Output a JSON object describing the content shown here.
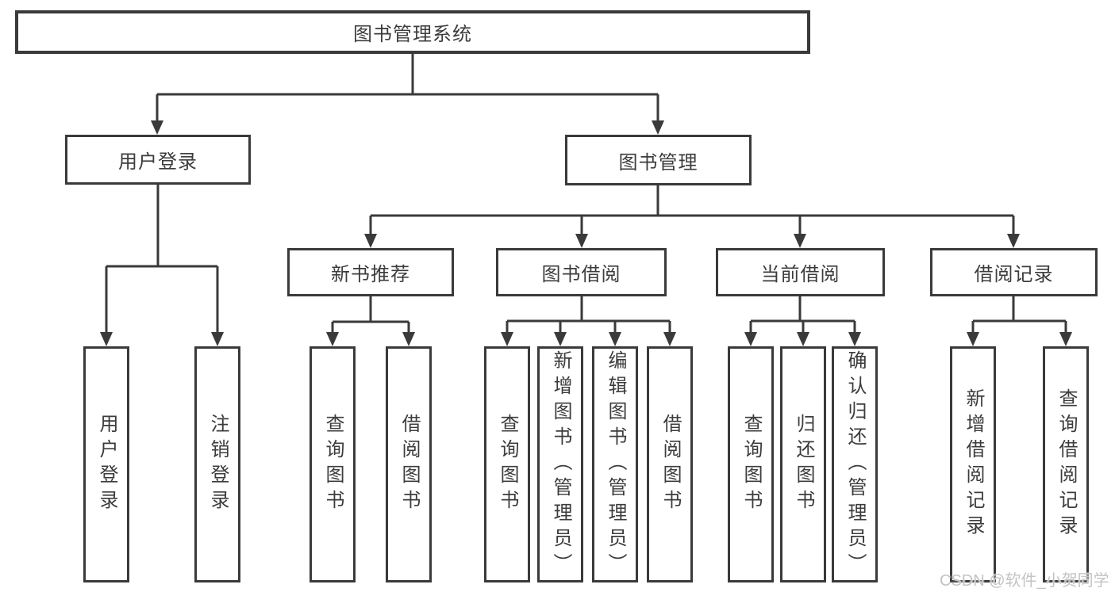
{
  "diagram": {
    "colors": {
      "line": "#3a3a3a",
      "text": "#3c3c3c",
      "background": "#ffffff",
      "watermark": "#c3c3c3"
    },
    "tree": {
      "root": {
        "label": "图书管理系统"
      },
      "branches": [
        {
          "label": "用户登录",
          "children": [
            {
              "label": "用户登录"
            },
            {
              "label": "注销登录"
            }
          ]
        },
        {
          "label": "图书管理",
          "children": [
            {
              "label": "新书推荐",
              "children": [
                {
                  "label": "查询图书"
                },
                {
                  "label": "借阅图书"
                }
              ]
            },
            {
              "label": "图书借阅",
              "children": [
                {
                  "label": "查询图书"
                },
                {
                  "label": "新增图书（管理员）"
                },
                {
                  "label": "编辑图书（管理员）"
                },
                {
                  "label": "借阅图书"
                }
              ]
            },
            {
              "label": "当前借阅",
              "children": [
                {
                  "label": "查询图书"
                },
                {
                  "label": "归还图书"
                },
                {
                  "label": "确认归还（管理员）"
                }
              ]
            },
            {
              "label": "借阅记录",
              "children": [
                {
                  "label": "新增借阅记录"
                },
                {
                  "label": "查询借阅记录"
                }
              ]
            }
          ]
        }
      ]
    },
    "watermark": {
      "text": "CSDN @软件_小贺同学"
    }
  }
}
